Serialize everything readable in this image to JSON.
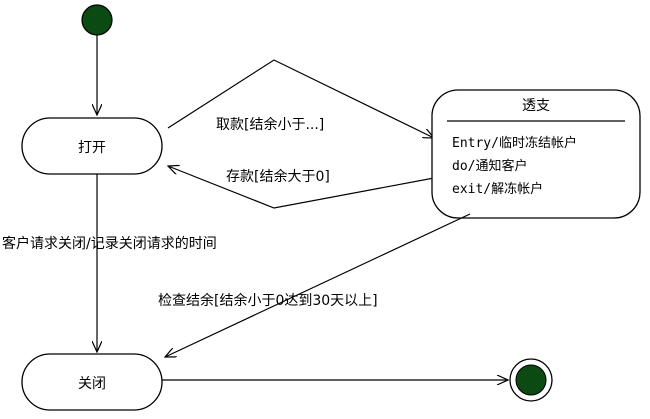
{
  "colors": {
    "initial_fill": "#0b4a12",
    "final_fill": "#0b4a12",
    "stroke": "#000000"
  },
  "states": {
    "open": "打开",
    "closed": "关闭",
    "overdrawn": {
      "name": "透支",
      "entry": "Entry/临时冻结帐户",
      "do": "do/通知客户",
      "exit": "exit/解冻帐户"
    }
  },
  "transitions": {
    "withdraw": "取款[结余小于...]",
    "deposit": "存款[结余大于0]",
    "close_request": "客户请求关闭/记录关闭请求的时间",
    "check_balance": "检查结余[结余小于0达到30天以上]"
  }
}
